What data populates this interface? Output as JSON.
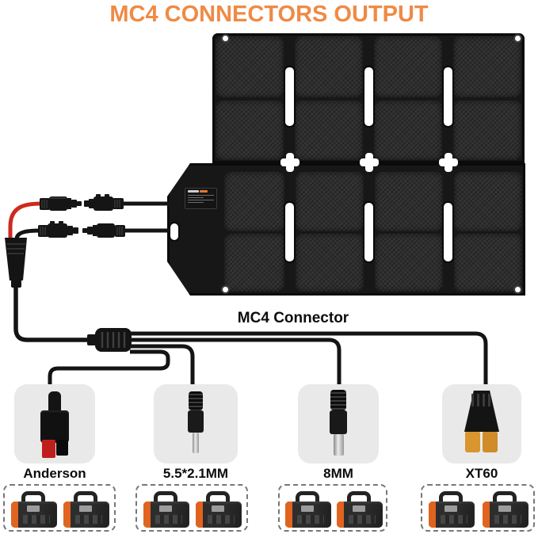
{
  "title": "MC4 CONNECTORS OUTPUT",
  "cable_label": "MC4 Connector",
  "outputs": [
    {
      "id": "anderson",
      "label": "Anderson"
    },
    {
      "id": "dc-5.5x2.1",
      "label": "5.5*2.1MM"
    },
    {
      "id": "8mm",
      "label": "8MM"
    },
    {
      "id": "xt60",
      "label": "XT60"
    }
  ],
  "colors": {
    "title_orange": "#EF8A45",
    "wire_red": "#CE2A1E",
    "cable_black": "#141414",
    "tile_gray": "#E9E9E9",
    "xt60_yellow": "#D9952E",
    "power_station_orange": "#E06420"
  }
}
